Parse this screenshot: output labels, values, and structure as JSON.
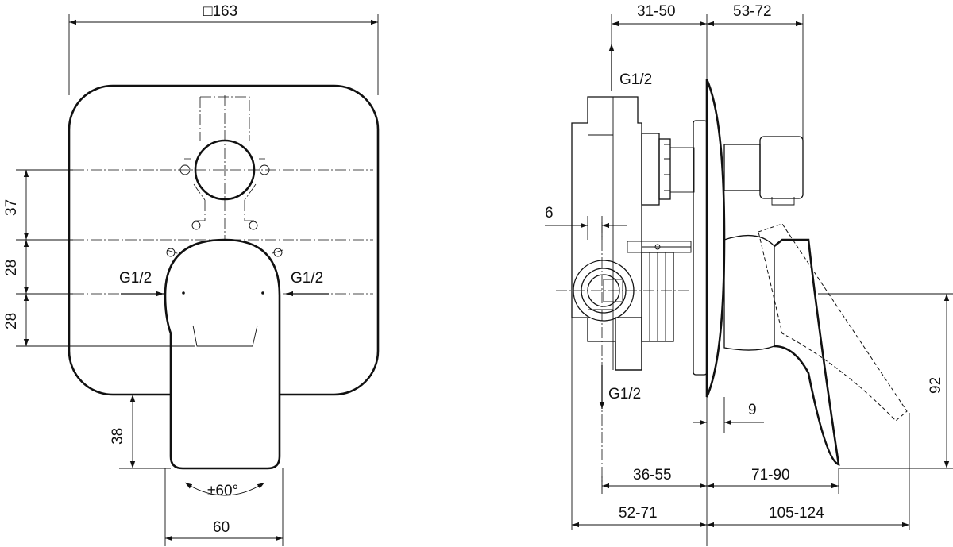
{
  "front_view": {
    "plate_size": "□163",
    "dim_37": "37",
    "dim_28_upper": "28",
    "dim_28_lower": "28",
    "dim_38": "38",
    "dim_60": "60",
    "rotation": "±60°",
    "inlet_left": "G1/2",
    "inlet_right": "G1/2"
  },
  "side_view": {
    "dim_31_50": "31-50",
    "dim_53_72": "53-72",
    "outlet_top": "G1/2",
    "outlet_bottom": "G1/2",
    "dim_6": "6",
    "dim_9": "9",
    "dim_92": "92",
    "dim_36_55": "36-55",
    "dim_71_90": "71-90",
    "dim_52_71": "52-71",
    "dim_105_124": "105-124"
  }
}
